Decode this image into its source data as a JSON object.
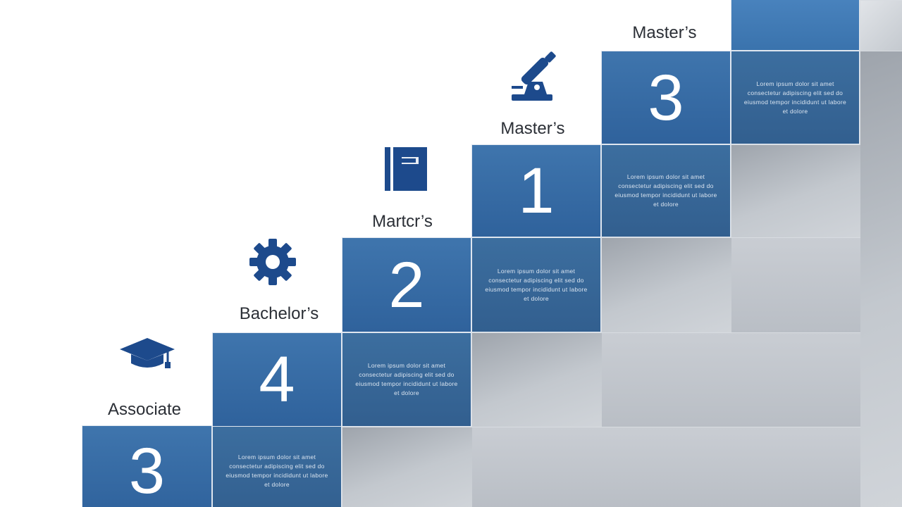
{
  "colors": {
    "step_blue": "#3f75ad",
    "text_block_blue": "#3c6e9f",
    "icon_navy": "#1d4a8c",
    "wall_grey": "#c2c7cd",
    "label_text": "#2b2f36"
  },
  "steps": [
    {
      "label": "Associate",
      "number": "3",
      "icon": "graduation-cap-icon",
      "body": "Lorem ipsum dolor sit amet consectetur adipiscing elit sed do eiusmod tempor incididunt ut labore et dolore"
    },
    {
      "label": "Bachelor’s",
      "number": "4",
      "icon": "gear-icon",
      "body": "Lorem ipsum dolor sit amet consectetur adipiscing elit sed do eiusmod tempor incididunt ut labore et dolore"
    },
    {
      "label": "Martcr’s",
      "number": "2",
      "icon": "book-icon",
      "body": "Lorem ipsum dolor sit amet consectetur adipiscing elit sed do eiusmod tempor incididunt ut labore et dolore"
    },
    {
      "label": "Master’s",
      "number": "1",
      "icon": "microscope-icon",
      "body": "Lorem ipsum dolor sit amet consectetur adipiscing elit sed do eiusmod tempor incididunt ut labore et dolore"
    },
    {
      "label": "Master’s",
      "number": "3",
      "icon": "",
      "body": "Lorem ipsum dolor sit amet consectetur adipiscing elit sed do eiusmod tempor incididunt ut labore et dolore"
    }
  ]
}
